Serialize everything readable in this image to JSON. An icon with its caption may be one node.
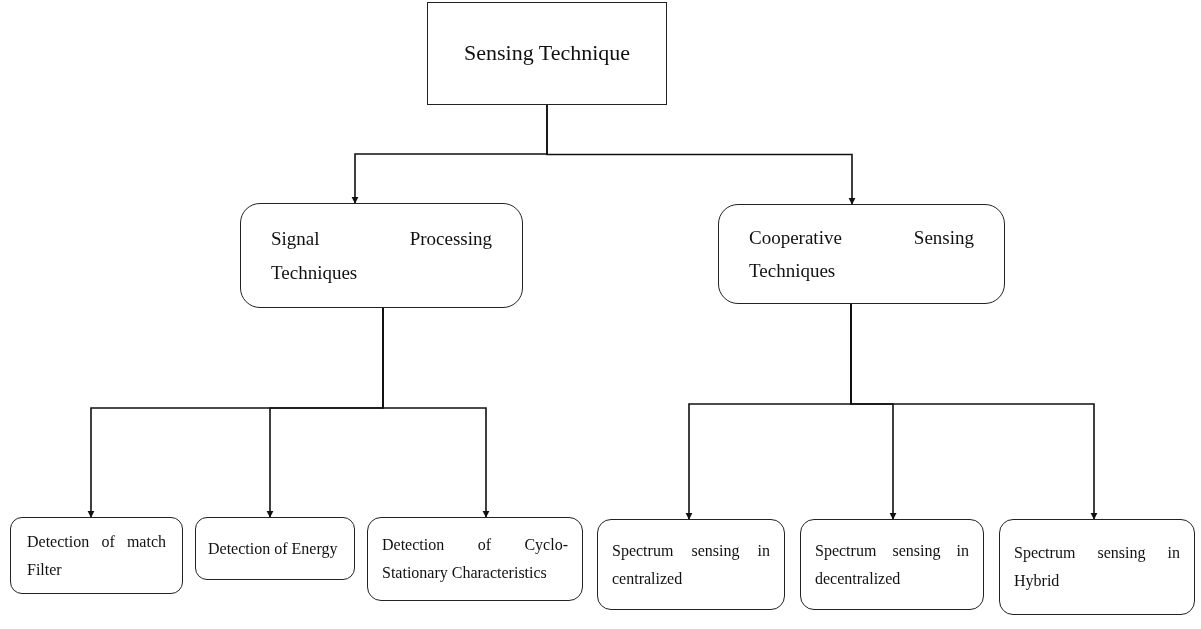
{
  "diagram": {
    "nodes": [
      {
        "text": [
          "Sensing Technique"
        ]
      },
      {
        "text": [
          "Signal Processing Techniques"
        ]
      },
      {
        "text": [
          "Cooperative Sensing Techniques"
        ]
      },
      {
        "text": [
          "Detection of match Filter"
        ]
      },
      {
        "text": [
          "Detection of Energy"
        ]
      },
      {
        "text": [
          "Detection of Cyclo-Stationary Characteristics"
        ]
      },
      {
        "text": [
          "Spectrum sensing in centralized"
        ]
      },
      {
        "text": [
          "Spectrum sensing in decentralized"
        ]
      },
      {
        "text": [
          "Spectrum sensing in Hybrid"
        ]
      }
    ],
    "edges": [
      {
        "from": 0,
        "to": 1,
        "arrow": "to"
      },
      {
        "from": 0,
        "to": 2,
        "arrow": "to"
      },
      {
        "from": 1,
        "to": 3,
        "arrow": "to"
      },
      {
        "from": 1,
        "to": 4,
        "arrow": "to"
      },
      {
        "from": 1,
        "to": 5,
        "arrow": "to"
      },
      {
        "from": 2,
        "to": 6,
        "arrow": "to"
      },
      {
        "from": 2,
        "to": 7,
        "arrow": "to"
      },
      {
        "from": 2,
        "to": 8,
        "arrow": "to"
      }
    ]
  }
}
